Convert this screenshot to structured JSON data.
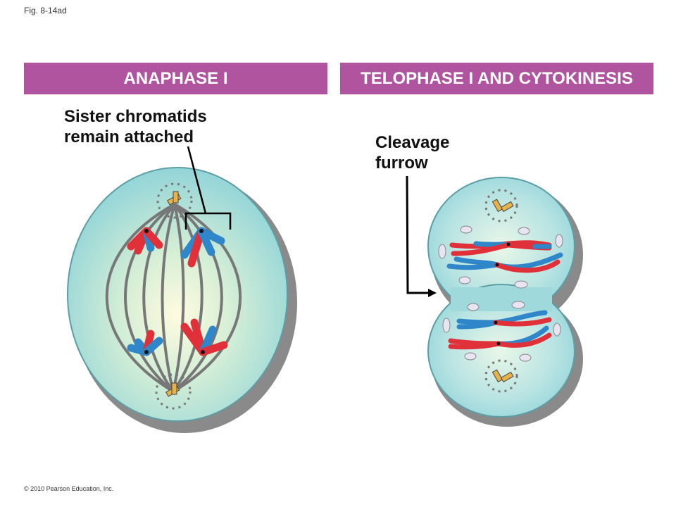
{
  "figure_label": "Fig. 8-14ad",
  "panels": {
    "left_title": "ANAPHASE I",
    "right_title": "TELOPHASE I AND CYTOKINESIS"
  },
  "callouts": {
    "sister_chromatids": [
      "Sister chromatids",
      "remain attached"
    ],
    "cleavage_furrow": [
      "Cleavage",
      "furrow"
    ]
  },
  "copyright": "© 2010 Pearson Education, Inc.",
  "colors": {
    "banner": "#b0549f",
    "cell_fill": "#a8dde0",
    "chromosome_red": "#e0303a",
    "chromosome_blue": "#2f86c8"
  }
}
